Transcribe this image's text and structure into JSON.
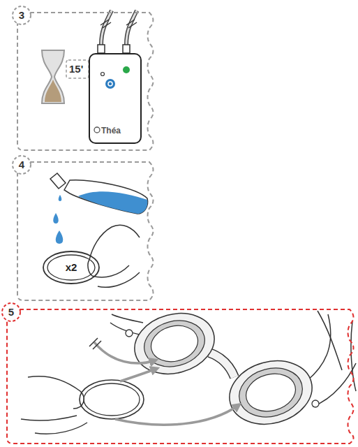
{
  "diagram": {
    "nodes": [
      {
        "text": [
          "3"
        ]
      },
      {
        "text": [
          "Théa"
        ],
        "in": 0
      },
      {
        "text": [
          "4"
        ]
      },
      {
        "text": [
          "x2"
        ],
        "in": 2
      },
      {
        "text": [
          "5"
        ]
      }
    ],
    "labels": [
      "15'"
    ]
  }
}
